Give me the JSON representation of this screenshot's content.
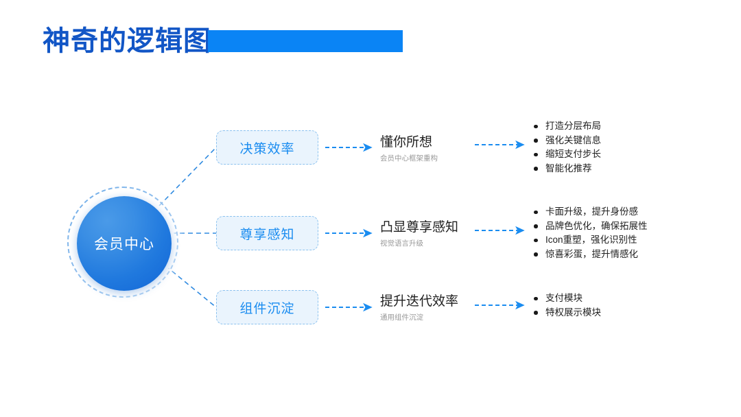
{
  "header": {
    "title": "神奇的逻辑图",
    "accent_color": "#0a84f5",
    "title_color": "#1256c6"
  },
  "diagram": {
    "type": "logic-diagram",
    "center": {
      "label": "会员中心",
      "fill_gradient_from": "#4a9ae8",
      "fill_gradient_to": "#1165d6",
      "ring_style": "dashed",
      "ring_color": "#3d8fe0"
    },
    "branches": [
      {
        "category": "决策效率",
        "headline": "懂你所想",
        "subtitle": "会员中心框架重构",
        "bullets": [
          "打造分层布局",
          "强化关键信息",
          "缩短支付步长",
          "智能化推荐"
        ]
      },
      {
        "category": "尊享感知",
        "headline": "凸显尊享感知",
        "subtitle": "视觉语言升级",
        "bullets": [
          "卡面升级，提升身份感",
          "品牌色优化，确保拓展性",
          "Icon重塑，强化识别性",
          "惊喜彩蛋，提升情感化"
        ]
      },
      {
        "category": "组件沉淀",
        "headline": "提升迭代效率",
        "subtitle": "通用组件沉淀",
        "bullets": [
          "支付模块",
          "特权展示模块"
        ]
      }
    ],
    "connector_color": "#2f8ae0",
    "arrow_color": "#1a8cf0",
    "category_box_fill": "#eaf4fd",
    "category_box_text_color": "#1a8cf0"
  }
}
